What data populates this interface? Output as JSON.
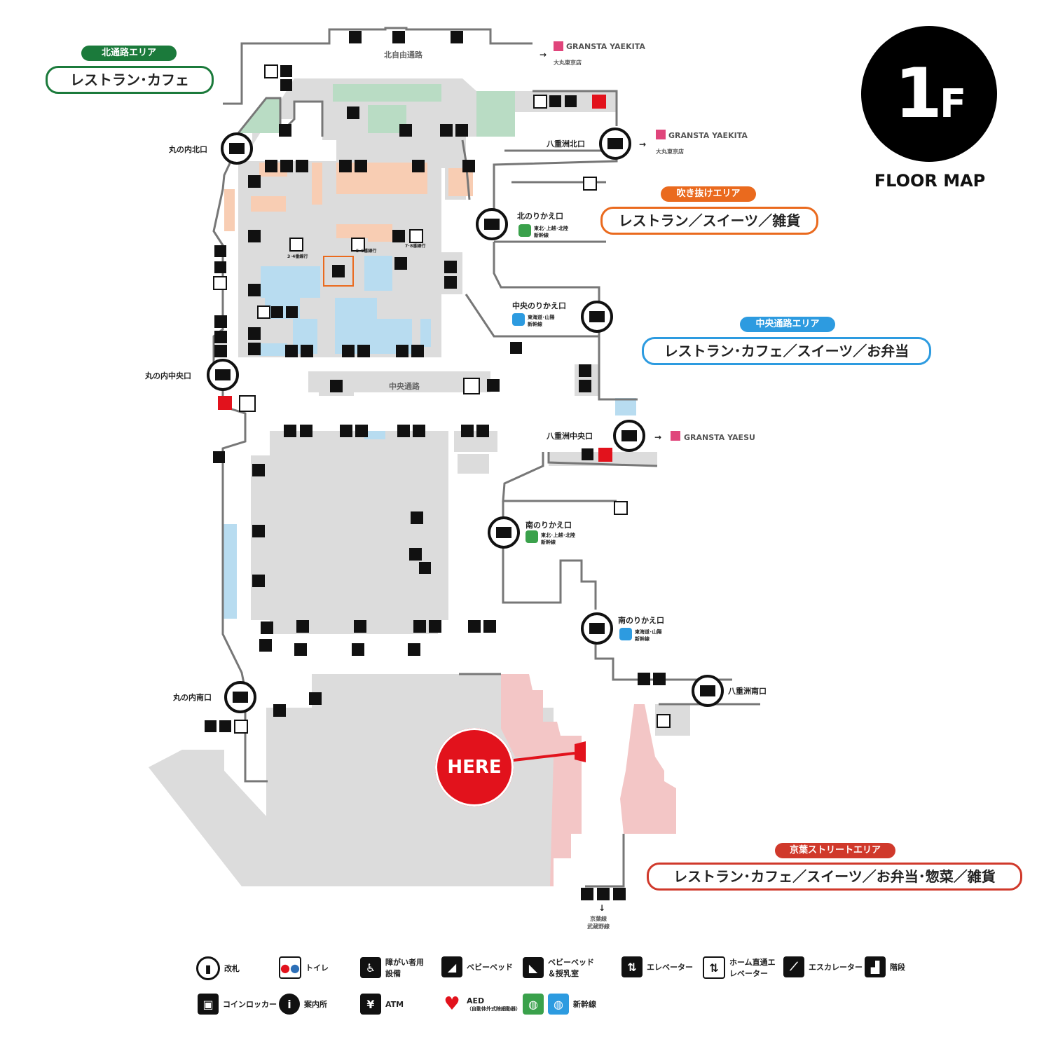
{
  "floor": {
    "number": "1",
    "suffix": "F",
    "label": "FLOOR MAP"
  },
  "here_label": "HERE",
  "areas": [
    {
      "pill": "北通路エリア",
      "box": "レストラン･カフェ",
      "color": "#1b7a3b"
    },
    {
      "pill": "吹き抜けエリア",
      "box": "レストラン／スイーツ／雑貨",
      "color": "#ea6a1e"
    },
    {
      "pill": "中央通路エリア",
      "box": "レストラン･カフェ／スイーツ／お弁当",
      "color": "#2d9be0"
    },
    {
      "pill": "京葉ストリートエリア",
      "box": "レストラン･カフェ／スイーツ／お弁当･惣菜／雑貨",
      "color": "#d0392b"
    }
  ],
  "gates": {
    "marunouchi_north": "丸の内北口",
    "marunouchi_central": "丸の内中央口",
    "marunouchi_south": "丸の内南口",
    "yaesu_north": "八重洲北口",
    "yaesu_central": "八重洲中央口",
    "yaesu_south": "八重洲南口",
    "north_transfer": "北のりかえ口",
    "central_transfer": "中央のりかえ口",
    "south_transfer_1": "南のりかえ口",
    "south_transfer_2": "南のりかえ口"
  },
  "shinkansen": {
    "tohoku": "東北･上越･北陸",
    "tohoku_sub": "新幹線",
    "tokaido": "東海道･山陽",
    "tokaido_sub": "新幹線"
  },
  "passages": {
    "north_free": "北自由通路",
    "central": "中央通路"
  },
  "destinations": {
    "gransta_yaekita": "GRANSTA YAEKITA",
    "daimaru": "大丸東京店",
    "gransta_yaesu": "GRANSTA YAESU",
    "keiyo": "京葉線",
    "musashino": "武蔵野線"
  },
  "elevator_labels": {
    "e34": "3･4番線行",
    "e56": "5･6番線行",
    "e78": "7･8番線行"
  },
  "legend": [
    {
      "icon": "ticket-gate-icon",
      "label": "改札"
    },
    {
      "icon": "toilet-icon",
      "label": "トイレ"
    },
    {
      "icon": "accessible-icon",
      "label": "障がい者用設備"
    },
    {
      "icon": "baby-bed-icon",
      "label": "ベビーベッド"
    },
    {
      "icon": "nursing-room-icon",
      "label": "ベビーベッド＆授乳室"
    },
    {
      "icon": "elevator-icon",
      "label": "エレベーター"
    },
    {
      "icon": "platform-elevator-icon",
      "label": "ホーム直通エレベーター"
    },
    {
      "icon": "escalator-icon",
      "label": "エスカレーター"
    },
    {
      "icon": "stairs-icon",
      "label": "階段"
    },
    {
      "icon": "coin-locker-icon",
      "label": "コインロッカー"
    },
    {
      "icon": "information-icon",
      "label": "案内所"
    },
    {
      "icon": "atm-icon",
      "label": "ATM"
    },
    {
      "icon": "aed-icon",
      "label": "AED"
    },
    {
      "icon": "aed-note",
      "label": "（自動体外式除細動器）"
    },
    {
      "icon": "shinkansen-icon",
      "label": "新幹線"
    }
  ],
  "colors": {
    "north_green": "#b9dcc4",
    "orange_shop": "#f8cdb3",
    "blue_shop": "#b8dcf0",
    "pink_shop": "#f3c6c6",
    "floor_gray": "#dcdcdc",
    "wall": "#777777",
    "here_red": "#e2121c"
  }
}
